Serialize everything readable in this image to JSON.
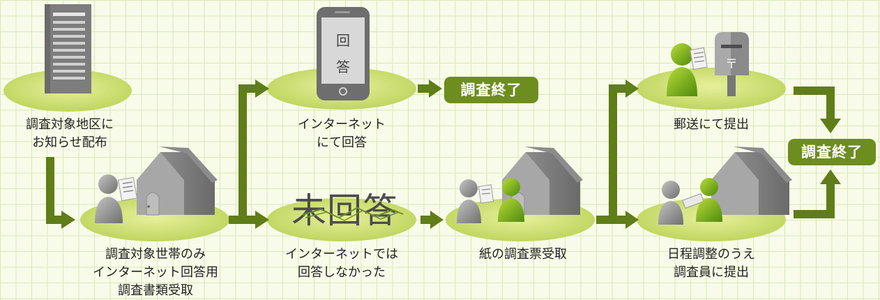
{
  "steps": {
    "notice": "調査対象地区に\nお知らせ配布",
    "receive": "調査対象世帯のみ\nインターネット回答用\n調査書類受取",
    "internet": "インターネット\nにて回答",
    "not_answered": "インターネットでは\n回答しなかった",
    "paper": "紙の調査票受取",
    "mail": "郵送にて提出",
    "visit": "日程調整のうえ\n調査員に提出"
  },
  "end_label": "調査終了",
  "phone_screen": [
    "回",
    "答"
  ],
  "unanswered_stamp": "未回答",
  "colors": {
    "arrow": "#5f7d18",
    "badge": "#6e8d1f",
    "ellipse": "#cfe07a",
    "grid": "#d9e7b8"
  },
  "icons": [
    "document-icon",
    "house-icon",
    "person-icon",
    "smartphone-icon",
    "mailbox-icon",
    "survey-sheet-icon"
  ]
}
